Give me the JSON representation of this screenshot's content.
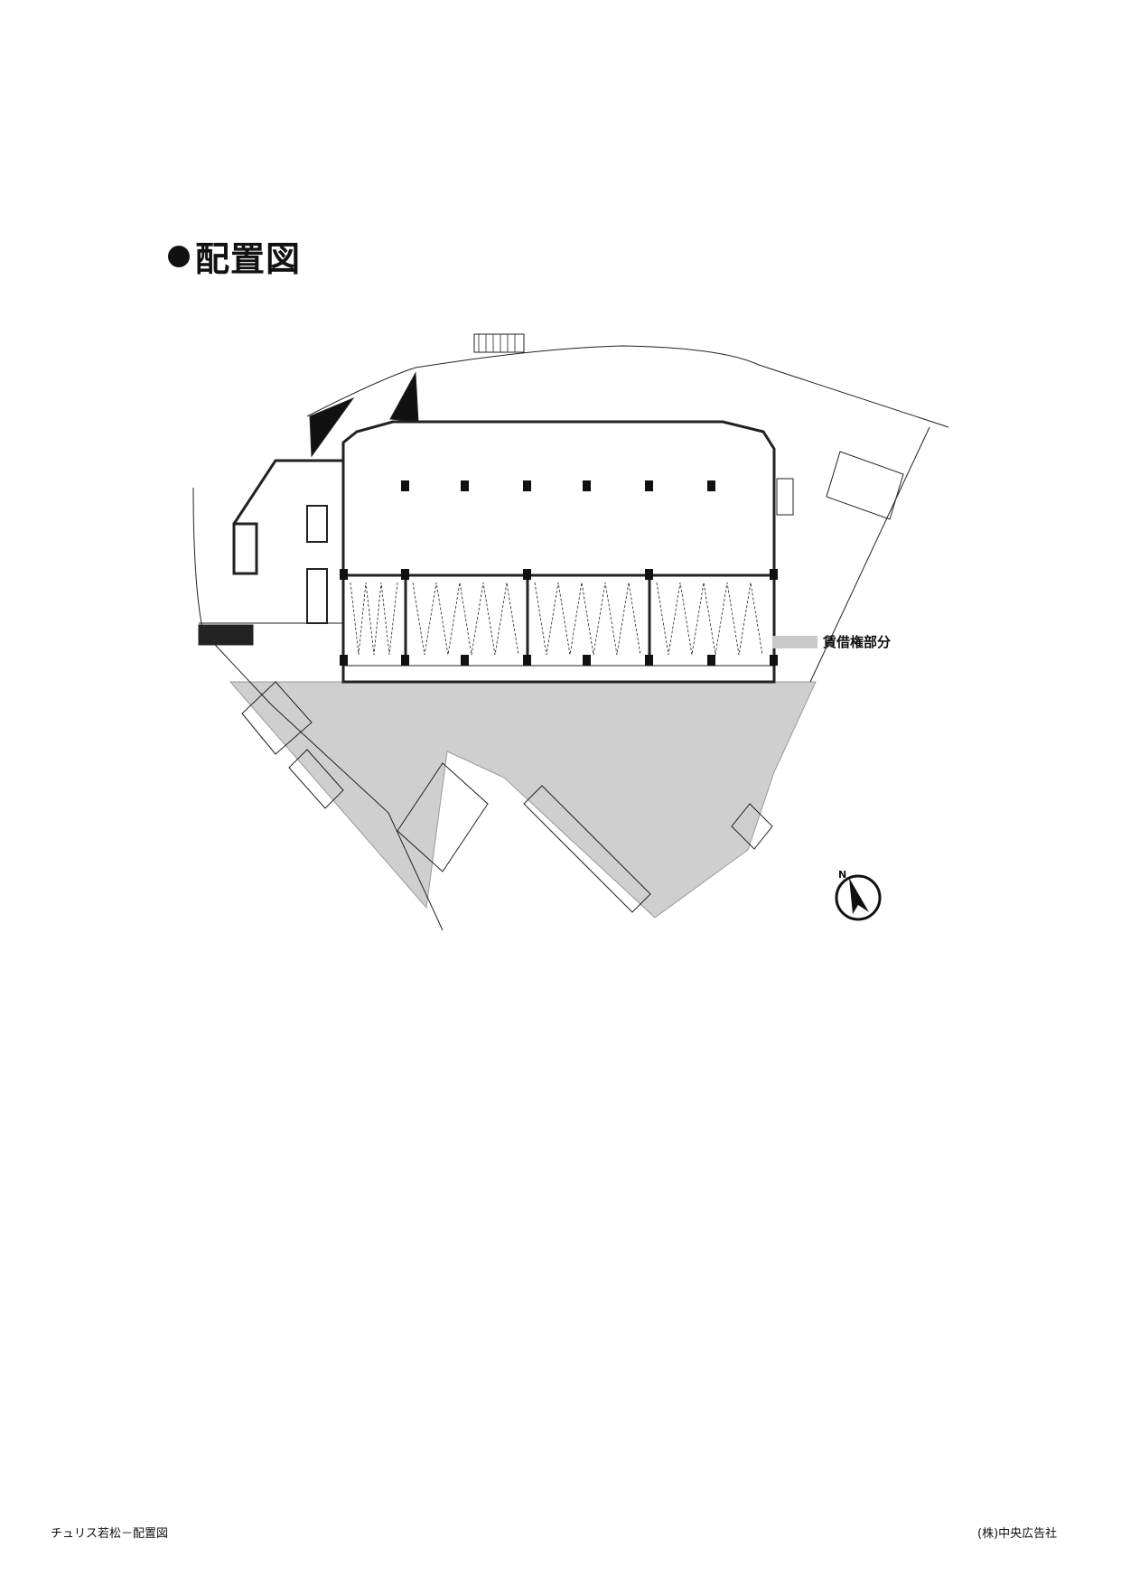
{
  "title": "配置図",
  "legend": {
    "label": "賃借権部分",
    "color": "#c9c9c9"
  },
  "compass": {
    "icon": "north-arrow-icon"
  },
  "footer": {
    "left": "チュリス若松－配置図",
    "right": "(株)中央広告社"
  }
}
